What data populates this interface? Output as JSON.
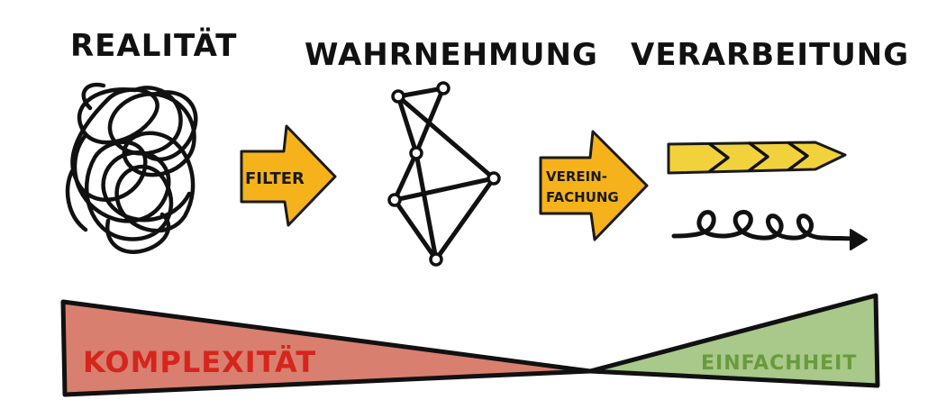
{
  "headings": {
    "reality": "REALITÄT",
    "perception": "WAHRNEHMUNG",
    "processing": "VERARBEITUNG"
  },
  "arrows": {
    "filter": {
      "label": "FILTER"
    },
    "simplification": {
      "line1": "VEREIN-",
      "line2": "FACHUNG"
    }
  },
  "scale": {
    "left": {
      "label": "KOMPLEXITÄT"
    },
    "right": {
      "label": "EINFACHHEIT"
    }
  },
  "colors": {
    "arrow_fill": "#f5b21b",
    "chevron_fill": "#f2d23c",
    "complexity_fill": "#d97f6f",
    "complexity_text": "#d4261c",
    "simplicity_fill": "#a8c98a",
    "simplicity_text": "#6a9a3d",
    "ink": "#111111"
  }
}
